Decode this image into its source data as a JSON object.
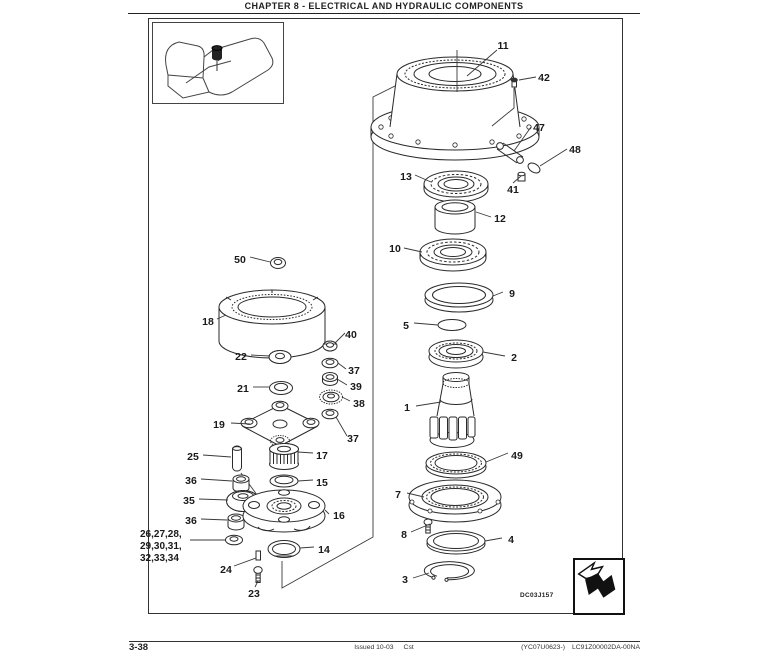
{
  "header": {
    "title": "CHAPTER 8 - ELECTRICAL AND HYDRAULIC COMPONENTS"
  },
  "figure": {
    "code": "DC03J157",
    "callouts": [
      {
        "label": "11"
      },
      {
        "label": "42"
      },
      {
        "label": "47"
      },
      {
        "label": "48"
      },
      {
        "label": "41"
      },
      {
        "label": "13"
      },
      {
        "label": "12"
      },
      {
        "label": "10"
      },
      {
        "label": "9"
      },
      {
        "label": "5"
      },
      {
        "label": "2"
      },
      {
        "label": "1"
      },
      {
        "label": "49"
      },
      {
        "label": "7"
      },
      {
        "label": "8"
      },
      {
        "label": "4"
      },
      {
        "label": "3"
      },
      {
        "label": "50"
      },
      {
        "label": "18"
      },
      {
        "label": "22"
      },
      {
        "label": "40"
      },
      {
        "label": "37"
      },
      {
        "label": "21"
      },
      {
        "label": "39"
      },
      {
        "label": "38"
      },
      {
        "label": "19"
      },
      {
        "label": "37"
      },
      {
        "label": "25"
      },
      {
        "label": "17"
      },
      {
        "label": "36"
      },
      {
        "label": "15"
      },
      {
        "label": "35"
      },
      {
        "label": "16"
      },
      {
        "label": "36"
      },
      {
        "label": "26,27,28,"
      },
      {
        "label": "29,30,31,"
      },
      {
        "label": "32,33,34"
      },
      {
        "label": "14"
      },
      {
        "label": "24"
      },
      {
        "label": "23"
      }
    ]
  },
  "footer": {
    "page_number": "3-38",
    "issued": "Issued 10-03",
    "revision": "Cst",
    "doc_code_left": "(YC07U0623-)",
    "doc_code_right": "LC91Z00002DA-00NA"
  }
}
